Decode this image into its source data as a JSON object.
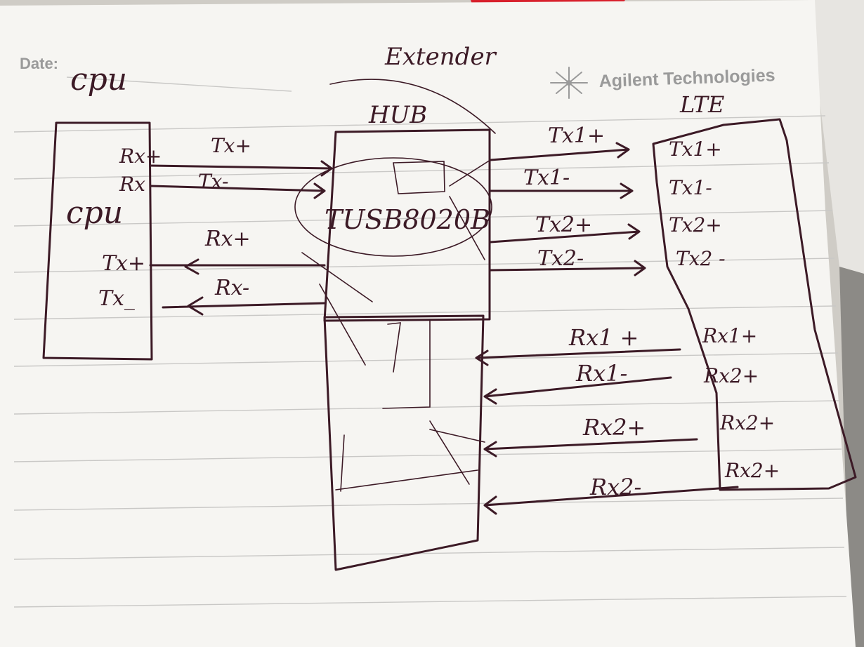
{
  "colors": {
    "ink": "#3c1a26",
    "paper": "#f6f5f2",
    "rule_line": "#c9c8c6",
    "printed_gray": "#9a9a9a",
    "red_board": "#d8202c"
  },
  "header": {
    "date_label": "Date:",
    "date_value": "cpu",
    "title": "Extender",
    "brand": "Agilent Technologies",
    "brand_icon": "starburst-icon"
  },
  "cpu_block": {
    "label": "cpu",
    "pins": [
      "Rx+",
      "Rx",
      "Tx+",
      "Tx_"
    ]
  },
  "hub_block": {
    "label": "HUB",
    "chip": "TUSB8020B"
  },
  "lte_block": {
    "label": "LTE",
    "pins": [
      "Tx1+",
      "Tx1-",
      "Tx2+",
      "Tx2 -",
      "Rx1+",
      "Rx2+",
      "Rx2+",
      "Rx2+"
    ]
  },
  "wires_left": [
    "Tx+",
    "Tx-",
    "Rx+",
    "Rx-"
  ],
  "wires_right": [
    "Tx1+",
    "Tx1-",
    "Tx2+",
    "Tx2-",
    "Rx1 +",
    "Rx1-",
    "Rx2+",
    "Rx2-"
  ]
}
